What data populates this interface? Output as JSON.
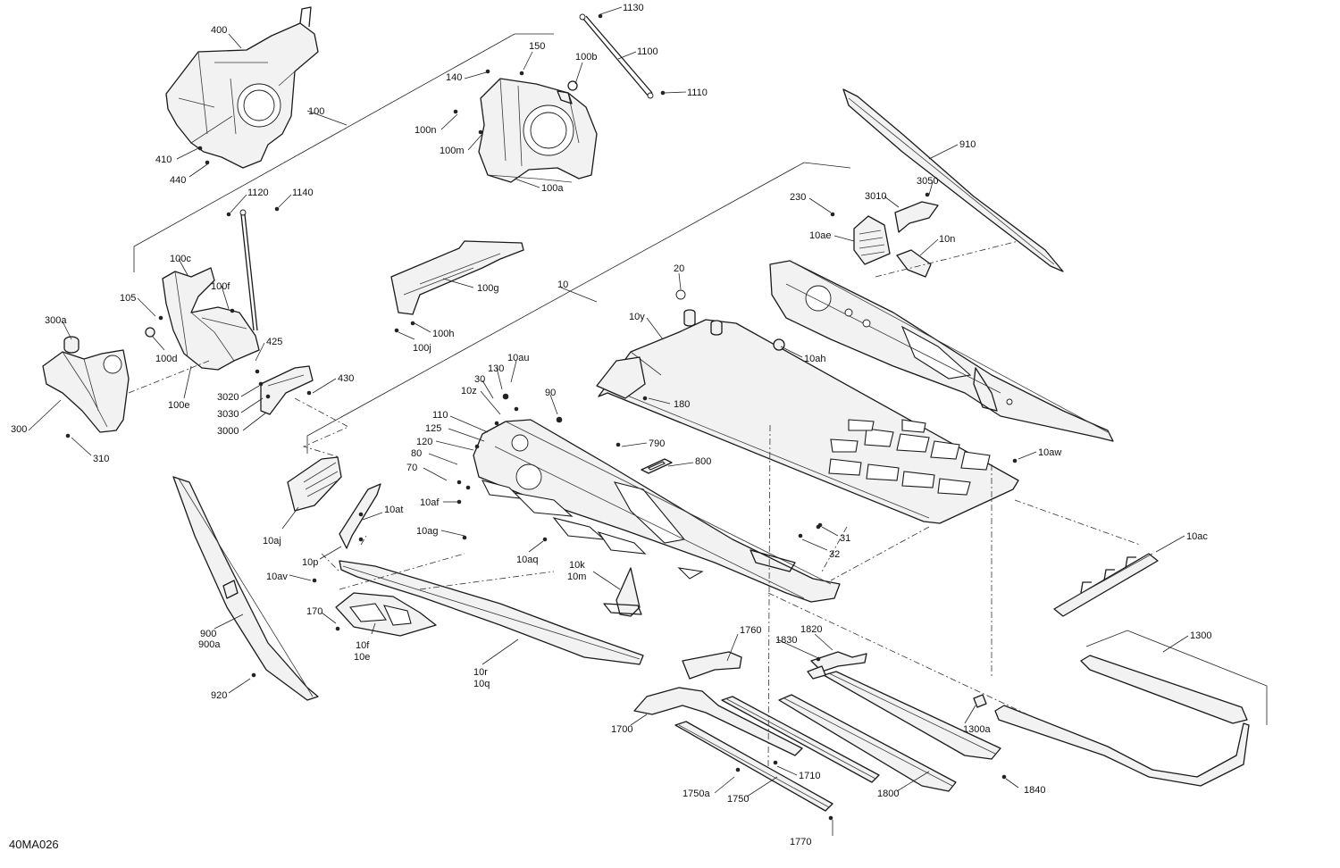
{
  "diagram_code": "40MA026",
  "callouts": [
    {
      "id": "400"
    },
    {
      "id": "100"
    },
    {
      "id": "410"
    },
    {
      "id": "440"
    },
    {
      "id": "150"
    },
    {
      "id": "140"
    },
    {
      "id": "100b"
    },
    {
      "id": "100n"
    },
    {
      "id": "100m"
    },
    {
      "id": "100a"
    },
    {
      "id": "1130"
    },
    {
      "id": "1100"
    },
    {
      "id": "1110"
    },
    {
      "id": "1120"
    },
    {
      "id": "1140"
    },
    {
      "id": "100c"
    },
    {
      "id": "105"
    },
    {
      "id": "100f"
    },
    {
      "id": "300a"
    },
    {
      "id": "100d"
    },
    {
      "id": "425"
    },
    {
      "id": "300"
    },
    {
      "id": "100e"
    },
    {
      "id": "3020"
    },
    {
      "id": "3030"
    },
    {
      "id": "3000"
    },
    {
      "id": "430"
    },
    {
      "id": "310"
    },
    {
      "id": "100g"
    },
    {
      "id": "100h"
    },
    {
      "id": "100j"
    },
    {
      "id": "910"
    },
    {
      "id": "3050"
    },
    {
      "id": "230"
    },
    {
      "id": "3010"
    },
    {
      "id": "10ae"
    },
    {
      "id": "10n"
    },
    {
      "id": "20"
    },
    {
      "id": "10"
    },
    {
      "id": "10y"
    },
    {
      "id": "10ah"
    },
    {
      "id": "180"
    },
    {
      "id": "10au"
    },
    {
      "id": "130"
    },
    {
      "id": "30"
    },
    {
      "id": "10z"
    },
    {
      "id": "90"
    },
    {
      "id": "110"
    },
    {
      "id": "125"
    },
    {
      "id": "120"
    },
    {
      "id": "80"
    },
    {
      "id": "70"
    },
    {
      "id": "790"
    },
    {
      "id": "800"
    },
    {
      "id": "10aw"
    },
    {
      "id": "10af"
    },
    {
      "id": "10ag"
    },
    {
      "id": "10aq"
    },
    {
      "id": "31"
    },
    {
      "id": "32"
    },
    {
      "id": "10ac"
    },
    {
      "id": "10aj"
    },
    {
      "id": "10at"
    },
    {
      "id": "10p"
    },
    {
      "id": "10av"
    },
    {
      "id": "10k"
    },
    {
      "id": "10m"
    },
    {
      "id": "170"
    },
    {
      "id": "10f"
    },
    {
      "id": "10e"
    },
    {
      "id": "900"
    },
    {
      "id": "900a"
    },
    {
      "id": "920"
    },
    {
      "id": "10r"
    },
    {
      "id": "10q"
    },
    {
      "id": "1760"
    },
    {
      "id": "1830"
    },
    {
      "id": "1820"
    },
    {
      "id": "1300"
    },
    {
      "id": "1700"
    },
    {
      "id": "1300a"
    },
    {
      "id": "1710"
    },
    {
      "id": "1840"
    },
    {
      "id": "1750a"
    },
    {
      "id": "1750"
    },
    {
      "id": "1800"
    },
    {
      "id": "1770"
    }
  ]
}
